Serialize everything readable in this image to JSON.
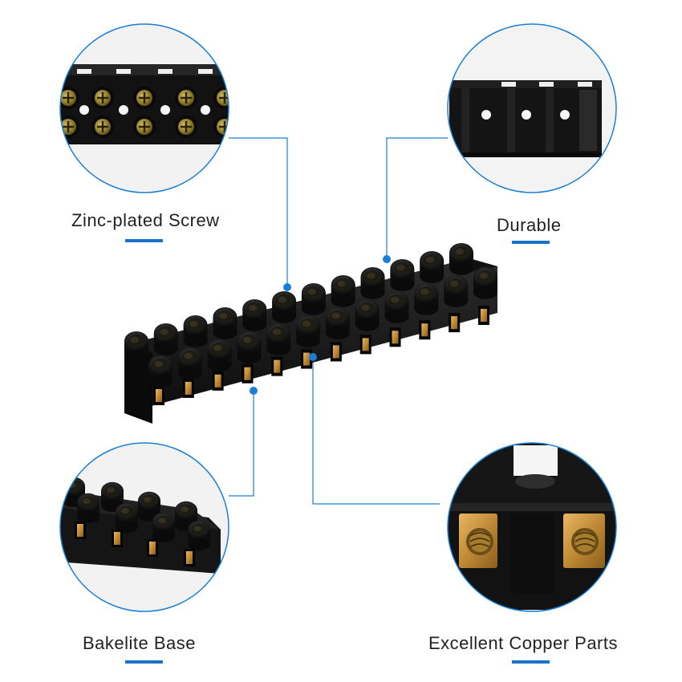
{
  "colors": {
    "accent": "#1a7fd4",
    "underline": "#1a73c7",
    "bakelite": "#141414",
    "copper": "#c9933a",
    "zinc": "#9a8a3a",
    "background": "#ffffff"
  },
  "features": [
    {
      "id": "zinc",
      "label": "Zinc-plated Screw"
    },
    {
      "id": "durable",
      "label": "Durable"
    },
    {
      "id": "bakelite",
      "label": "Bakelite Base"
    },
    {
      "id": "copper",
      "label": "Excellent Copper Parts"
    }
  ],
  "product": {
    "positions": 12,
    "rows": 2
  }
}
